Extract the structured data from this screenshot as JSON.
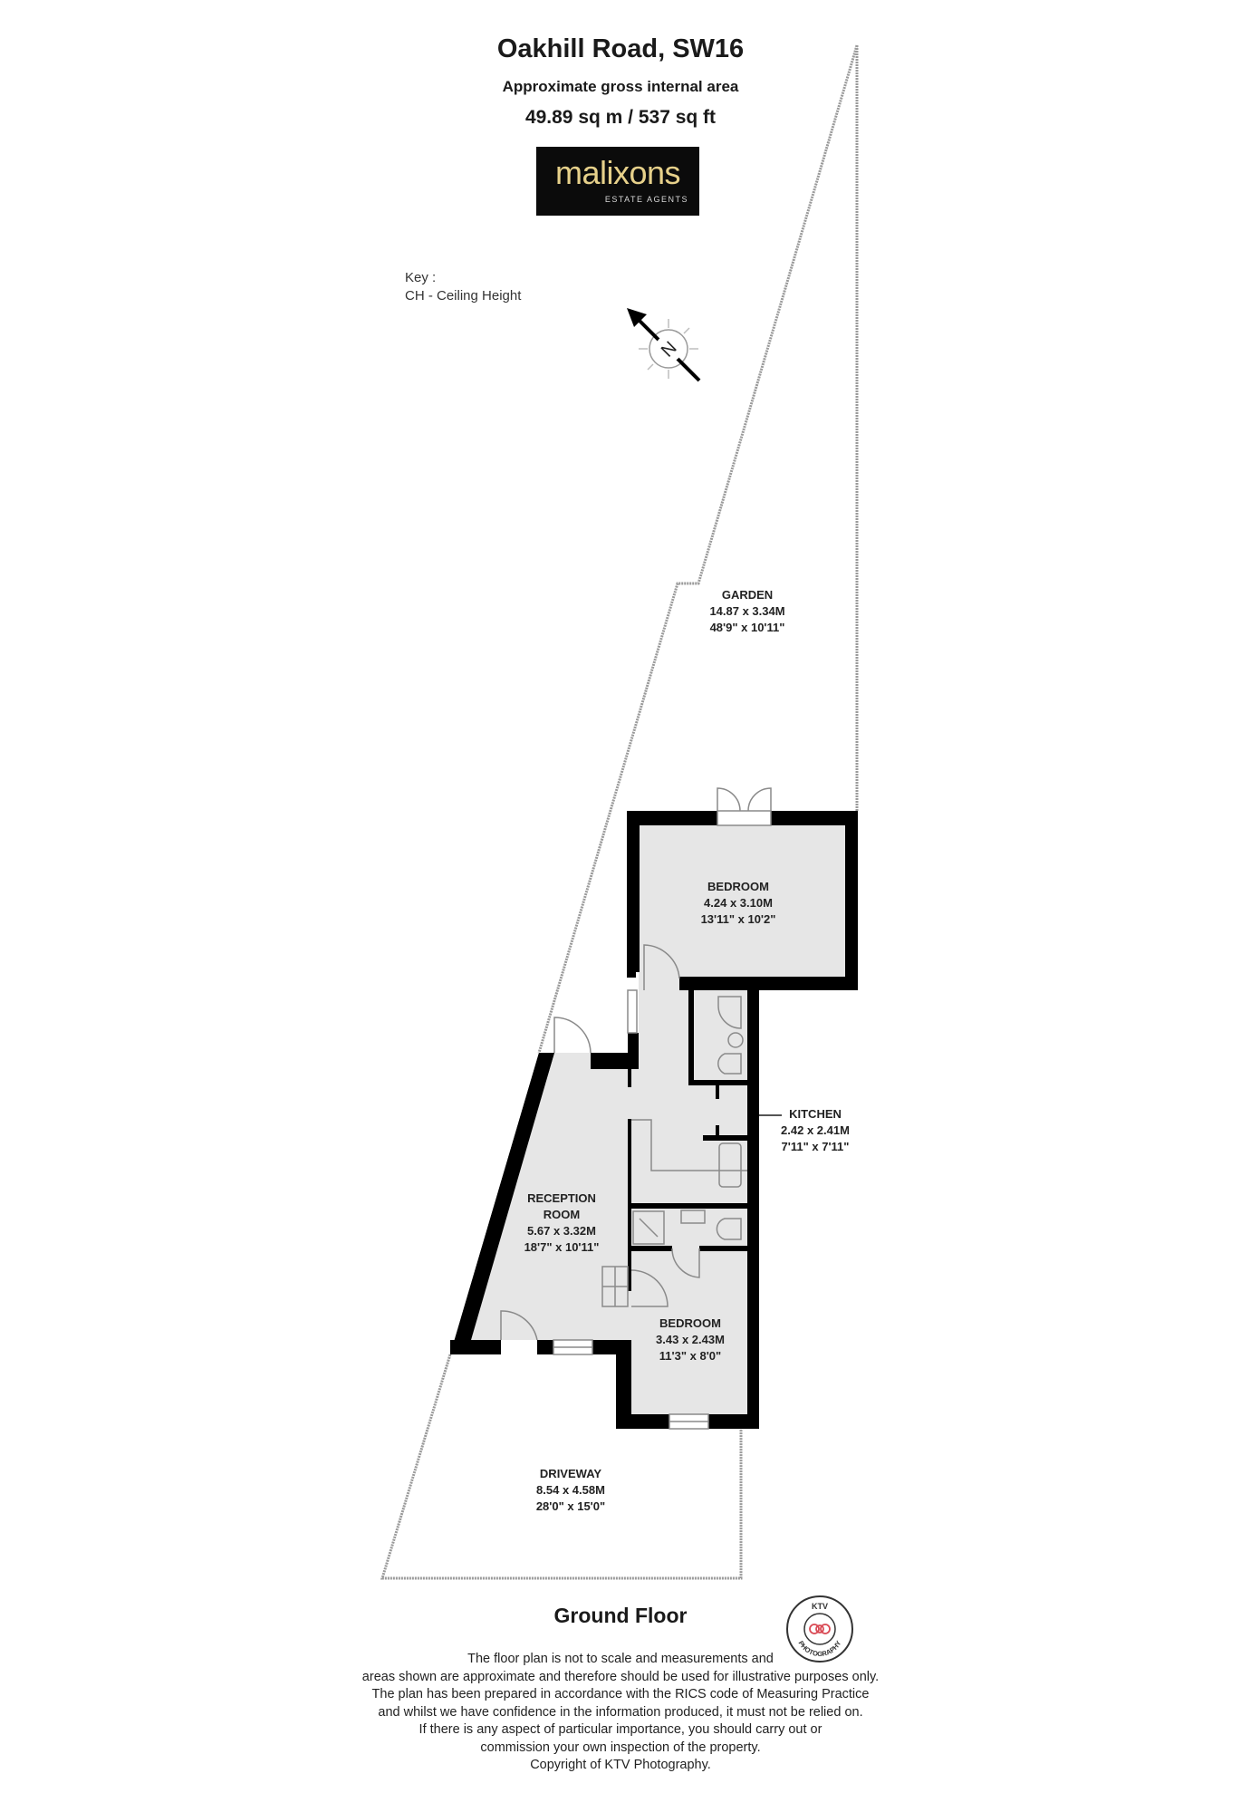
{
  "header": {
    "title": "Oakhill Road, SW16",
    "subtitle": "Approximate gross internal area",
    "area": "49.89 sq m / 537 sq ft"
  },
  "logo": {
    "brand": "malixons",
    "tagline": "ESTATE AGENTS",
    "background": "#0b0b0b",
    "text_color": "#e6d08a"
  },
  "key": {
    "heading": "Key :",
    "items": [
      "CH - Ceiling Height"
    ]
  },
  "compass": {
    "letter": "N",
    "icon": "north-arrow-icon"
  },
  "rooms": [
    {
      "name": "GARDEN",
      "metric": "14.87 x 3.34M",
      "imperial": "48'9\" x 10'11\""
    },
    {
      "name": "BEDROOM",
      "metric": "4.24 x 3.10M",
      "imperial": "13'11\" x 10'2\""
    },
    {
      "name": "KITCHEN",
      "metric": "2.42 x 2.41M",
      "imperial": "7'11\" x 7'11\""
    },
    {
      "name": "RECEPTION ROOM",
      "name_line1": "RECEPTION",
      "name_line2": "ROOM",
      "metric": "5.67 x 3.32M",
      "imperial": "18'7\" x 10'11\""
    },
    {
      "name": "BEDROOM",
      "metric": "3.43 x 2.43M",
      "imperial": "11'3\" x 8'0\""
    },
    {
      "name": "DRIVEWAY",
      "metric": "8.54 x 4.58M",
      "imperial": "28'0\" x 15'0\""
    }
  ],
  "floor": {
    "label": "Ground Floor"
  },
  "stamp": {
    "top_text": "KTV",
    "bottom_text": "PHOTOGRAPHY",
    "accent": "#d94a55"
  },
  "disclaimer": {
    "lines": [
      "The floor plan is not to scale and measurements and",
      "areas shown are approximate and therefore should be used for illustrative purposes only.",
      "The plan has been prepared in accordance with the RICS code of Measuring Practice",
      "and whilst we have confidence in the information produced, it must not be relied on.",
      "If there is any aspect of particular importance, you should carry out or",
      "commission your own inspection of the property.",
      "Copyright of KTV Photography."
    ]
  },
  "colors": {
    "wall": "#000000",
    "room_fill": "#e6e6e6",
    "boundary": "#9a9a9a",
    "fixture": "#8a8a8a"
  }
}
